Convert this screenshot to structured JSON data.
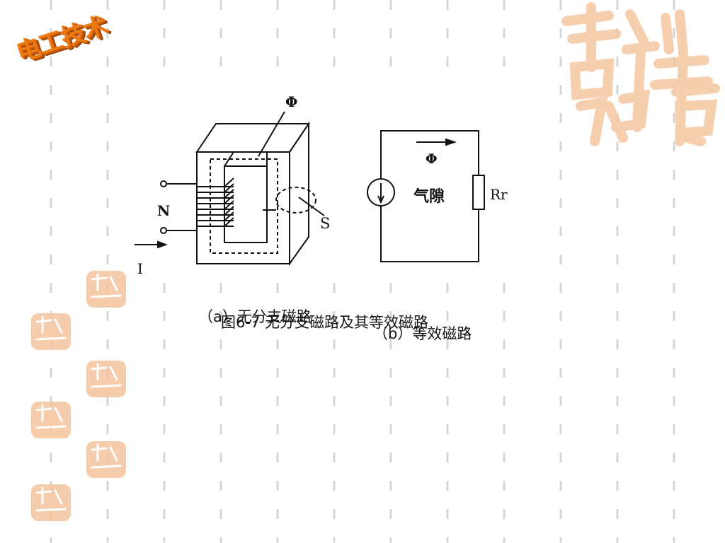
{
  "logo": {
    "text": "电工技术"
  },
  "figure": {
    "a": {
      "flux_label": "Φ",
      "turns_label": "N",
      "current_label": "I",
      "area_label": "S"
    },
    "b": {
      "flux_label": "Φ",
      "airgap_label": "气隙",
      "reluctance_label": "Rr"
    }
  },
  "caption": {
    "line1_a": "（a）无分支磁路",
    "line1_b": "（b）等效磁路",
    "line2": "图6-7 无分支磁路及其等效磁路"
  },
  "colors": {
    "decor": "#f2b98a",
    "logo": "#f07a12",
    "dash": "#d8d8d8"
  }
}
